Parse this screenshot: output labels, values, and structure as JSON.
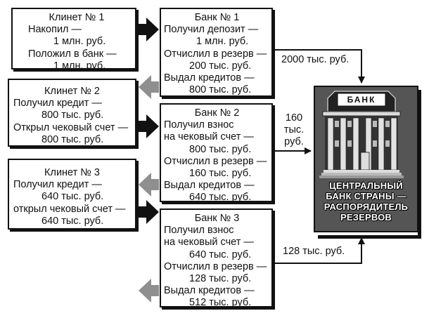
{
  "clients": [
    {
      "title": "Клинет № 1",
      "lines": [
        "Накопил —",
        "1 млн. руб.",
        "Положил в банк —",
        "1 млн. руб."
      ]
    },
    {
      "title": "Клинет № 2",
      "lines": [
        "Получил кредит —",
        "800 тыс. руб.",
        "Открыл чековый счет —",
        "800 тыс. руб."
      ]
    },
    {
      "title": "Клинет № 3",
      "lines": [
        "Получил кредит —",
        "640 тыс. руб.",
        "открыл чековый счет —",
        "640 тыс. руб."
      ]
    }
  ],
  "banks": [
    {
      "title": "Банк № 1",
      "lines": [
        "Получил депозит —",
        "1 млн. руб.",
        "Отчислил в резерв —",
        "200 тыс. руб.",
        "Выдал кредитов —",
        "800 тыс. руб."
      ]
    },
    {
      "title": "Банк № 2",
      "lines": [
        "Получил взнос",
        "на чековый счет —",
        "800 тыс. руб.",
        "Отчислил в резерв —",
        "160 тыс. руб.",
        "Выдал кредитов —",
        "640 тыс. руб."
      ]
    },
    {
      "title": "Банк № 3",
      "lines": [
        "Получил взнос",
        "на чековый счет —",
        "640 тыс. руб.",
        "Отчислил в резерв —",
        "128 тыс. руб.",
        "Выдал кредитов —",
        "512 тыс. руб."
      ]
    }
  ],
  "reserve_labels": {
    "bank1": "2000 тыс. руб.",
    "bank2": [
      "160",
      "тыс.",
      "руб."
    ],
    "bank3": "128 тыс. руб."
  },
  "central_bank": {
    "sign": "БАНК",
    "title_lines": [
      "ЦЕНТРАЛЬНЫЙ",
      "БАНК СТРАНЫ —",
      "РАСПОРЯДИТЕЛЬ",
      "РЕЗЕРВОВ"
    ]
  },
  "colors": {
    "deposit_arrow": "#111111",
    "credit_arrow": "#8f8f8f",
    "central_bank_bg": "#555555"
  },
  "icons": {
    "deposit_arrow": "block-arrow-right",
    "credit_arrow": "block-arrow-left",
    "central_bank_building": "bank-building-icon"
  }
}
